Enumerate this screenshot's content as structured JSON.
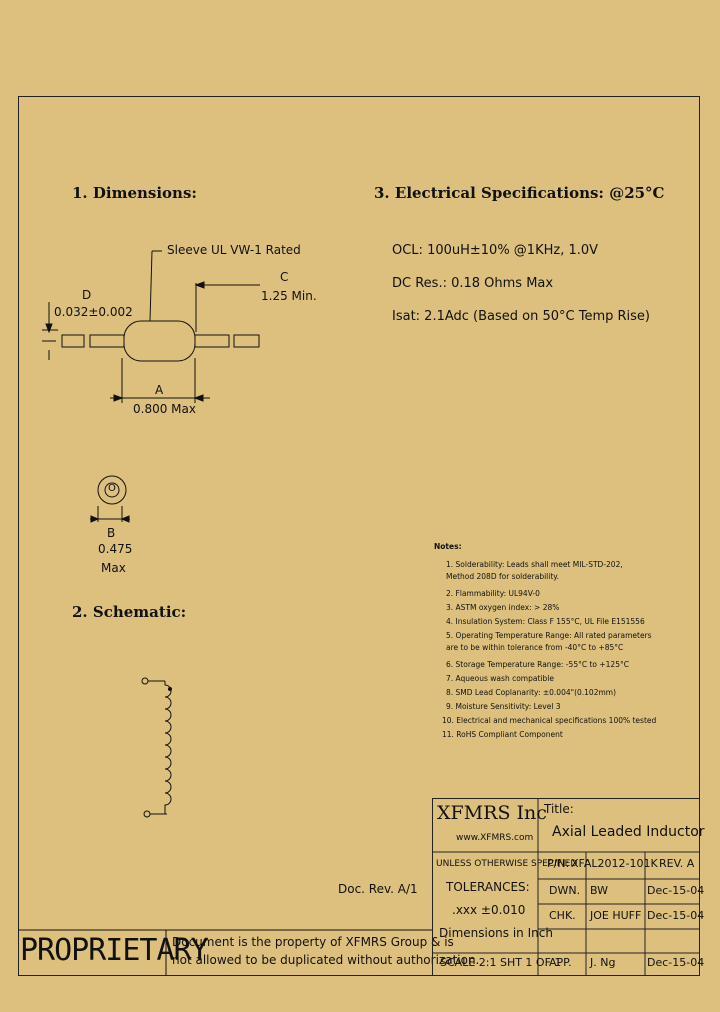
{
  "sections": {
    "dimensions": "1. Dimensions:",
    "electrical": "3. Electrical   Specifications: @25°C",
    "schematic": "2. Schematic:"
  },
  "dimensions": {
    "sleeve": "Sleeve   UL VW-1 Rated",
    "c_letter": "C",
    "c_value": "1.25 Min.",
    "d_letter": "D",
    "d_value": "0.032±0.002",
    "a_letter": "A",
    "a_value": "0.800 Max",
    "end_letter": "O",
    "b_letter": "B",
    "b_value": "0.475",
    "b_max": "Max"
  },
  "electrical": {
    "ocl": "OCL: 100uH±10% @1KHz, 1.0V",
    "dcr": "DC Res.: 0.18 Ohms Max",
    "isat": "Isat: 2.1Adc (Based on 50°C Temp Rise)"
  },
  "notes": {
    "title": "Notes:",
    "items": [
      "1. Solderability: Leads shall meet MIL-STD-202,",
      "    Method 208D for solderability.",
      "2. Flammability: UL94V-0",
      "3. ASTM oxygen index: > 28%",
      "4. Insulation System: Class F 155°C, UL File E151556",
      "5. Operating Temperature Range: All rated parameters",
      "    are to be within tolerance from -40°C to +85°C",
      "6. Storage Temperature Range: -55°C to +125°C",
      "7. Aqueous wash compatible",
      "8. SMD Lead Coplanarity: ±0.004\"(0.102mm)",
      "9. Moisture Sensitivity: Level 3",
      "10. Electrical and mechanical specifications 100% tested",
      "11. RoHS Compliant Component"
    ]
  },
  "doc_rev": "Doc. Rev. A/1",
  "proprietary": {
    "word": "PROPRIETARY",
    "line1": "Document is the property of XFMRS Group & is",
    "line2": "not allowed to be duplicated without authorization."
  },
  "title_block": {
    "company": "XFMRS Inc",
    "website": "www.XFMRS.com",
    "title_label": "Title:",
    "title_value": "Axial Leaded Inductor",
    "unless": "UNLESS OTHERWISE SPECIFIED",
    "tolerances": "TOLERANCES:",
    "tol_value": ".xxx ±0.010",
    "dims_unit": "Dimensions in Inch",
    "scale": "SCALE 2:1  SHT 1 OF 1",
    "pn_label": "P/N:",
    "pn_value": "XFAL2012-101K",
    "rev": "REV. A",
    "rows": [
      {
        "label": "DWN.",
        "name": "BW",
        "date": "Dec-15-04"
      },
      {
        "label": "CHK.",
        "name": "JOE HUFF",
        "date": "Dec-15-04"
      },
      {
        "label": "APP.",
        "name": "J. Ng",
        "date": "Dec-15-04"
      }
    ]
  }
}
